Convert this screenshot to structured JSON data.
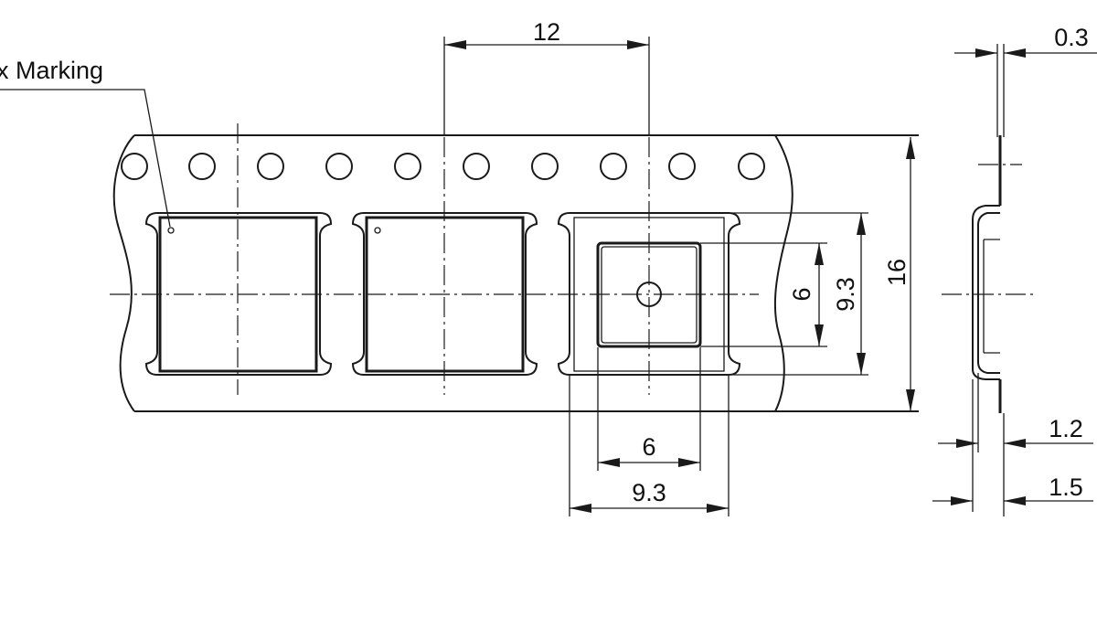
{
  "labels": {
    "marking_note": "x  Marking",
    "pitch": "12",
    "tape_width": "16",
    "pocket_height": "9.3",
    "pocket_width": "9.3",
    "part_height": "6",
    "part_width": "6",
    "tape_thickness": "0.3",
    "depth_inner": "1.2",
    "depth_outer": "1.5"
  }
}
